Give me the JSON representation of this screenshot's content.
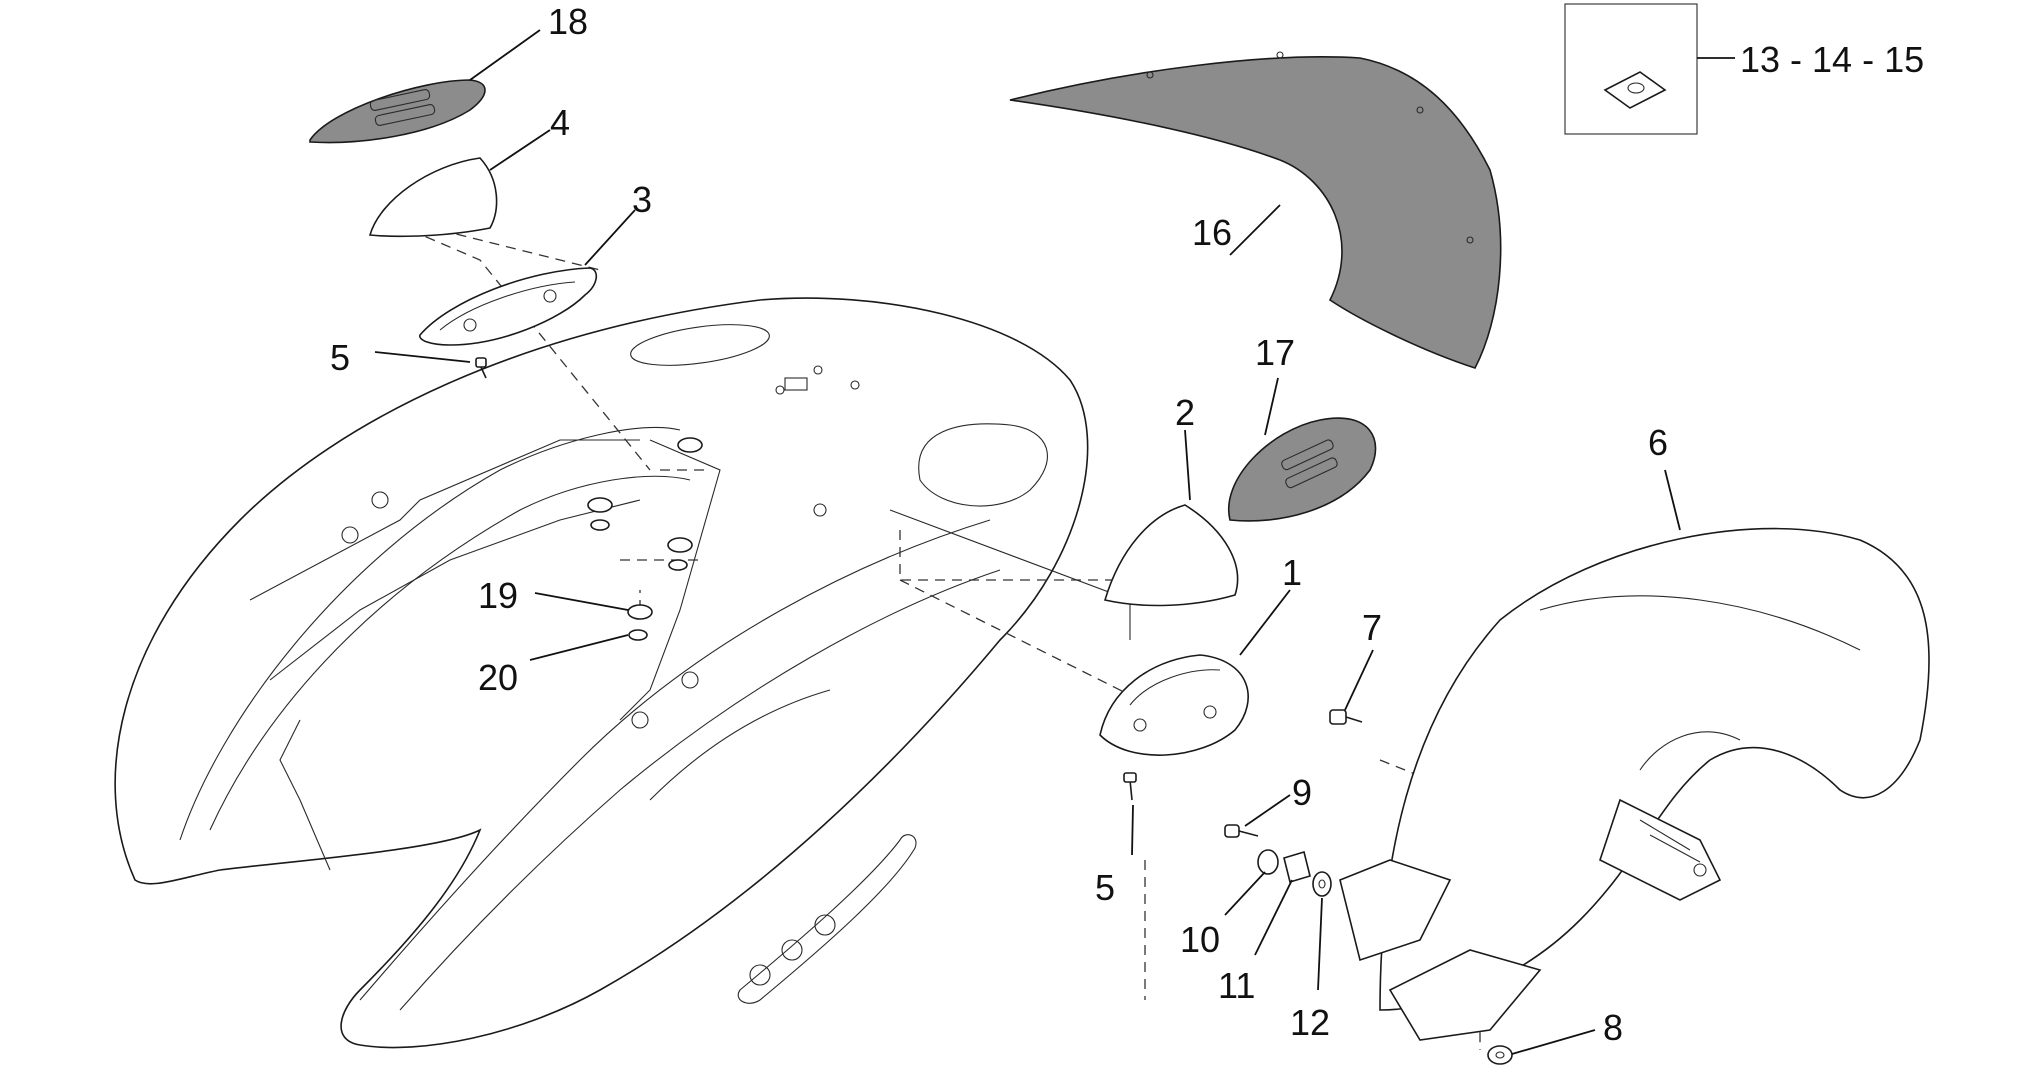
{
  "callouts": {
    "c1": "1",
    "c2": "2",
    "c3": "3",
    "c4": "4",
    "c5a": "5",
    "c5b": "5",
    "c6": "6",
    "c7": "7",
    "c8": "8",
    "c9": "9",
    "c10": "10",
    "c11": "11",
    "c12": "12",
    "c131415": "13 - 14 - 15",
    "c16": "16",
    "c17": "17",
    "c18": "18",
    "c19": "19",
    "c20": "20"
  },
  "colors": {
    "line": "#1a1a1a",
    "dark_part": "#8c8c8c",
    "background": "#ffffff"
  }
}
